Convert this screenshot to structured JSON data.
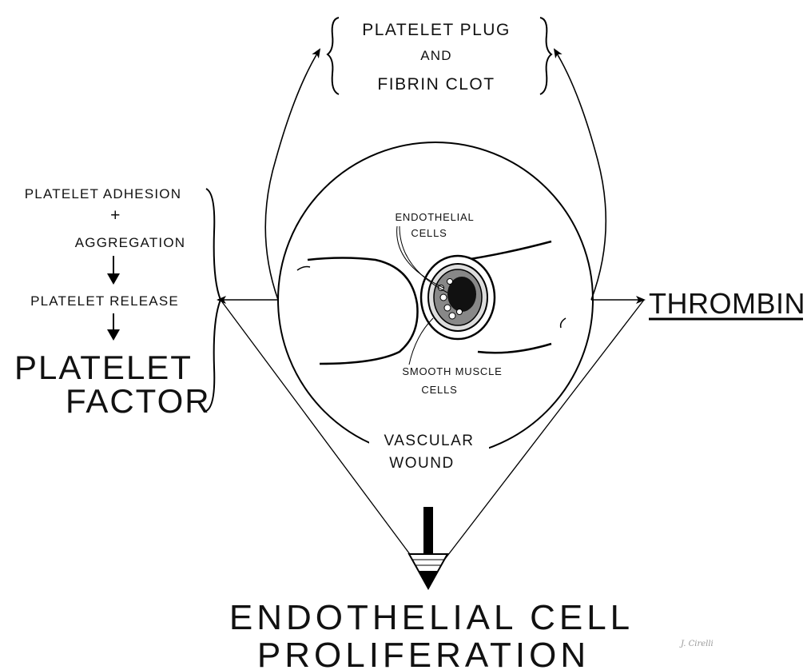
{
  "top": {
    "line1": "PLATELET PLUG",
    "line2": "AND",
    "line3": "FIBRIN CLOT"
  },
  "left": {
    "adhesion": "PLATELET ADHESION",
    "plus": "+",
    "aggregation": "AGGREGATION",
    "release": "PLATELET RELEASE",
    "factor_line1": "PLATELET",
    "factor_line2": "FACTOR"
  },
  "right": {
    "thrombin": "THROMBIN"
  },
  "vessel": {
    "endothelial_line1": "ENDOTHELIAL",
    "endothelial_line2": "CELLS",
    "smooth_line1": "SMOOTH MUSCLE",
    "smooth_line2": "CELLS"
  },
  "wound": {
    "line1": "VASCULAR",
    "line2": "WOUND"
  },
  "bottom": {
    "line1": "ENDOTHELIAL CELL",
    "line2": "PROLIFERATION"
  },
  "signature": "J. Cirelli"
}
